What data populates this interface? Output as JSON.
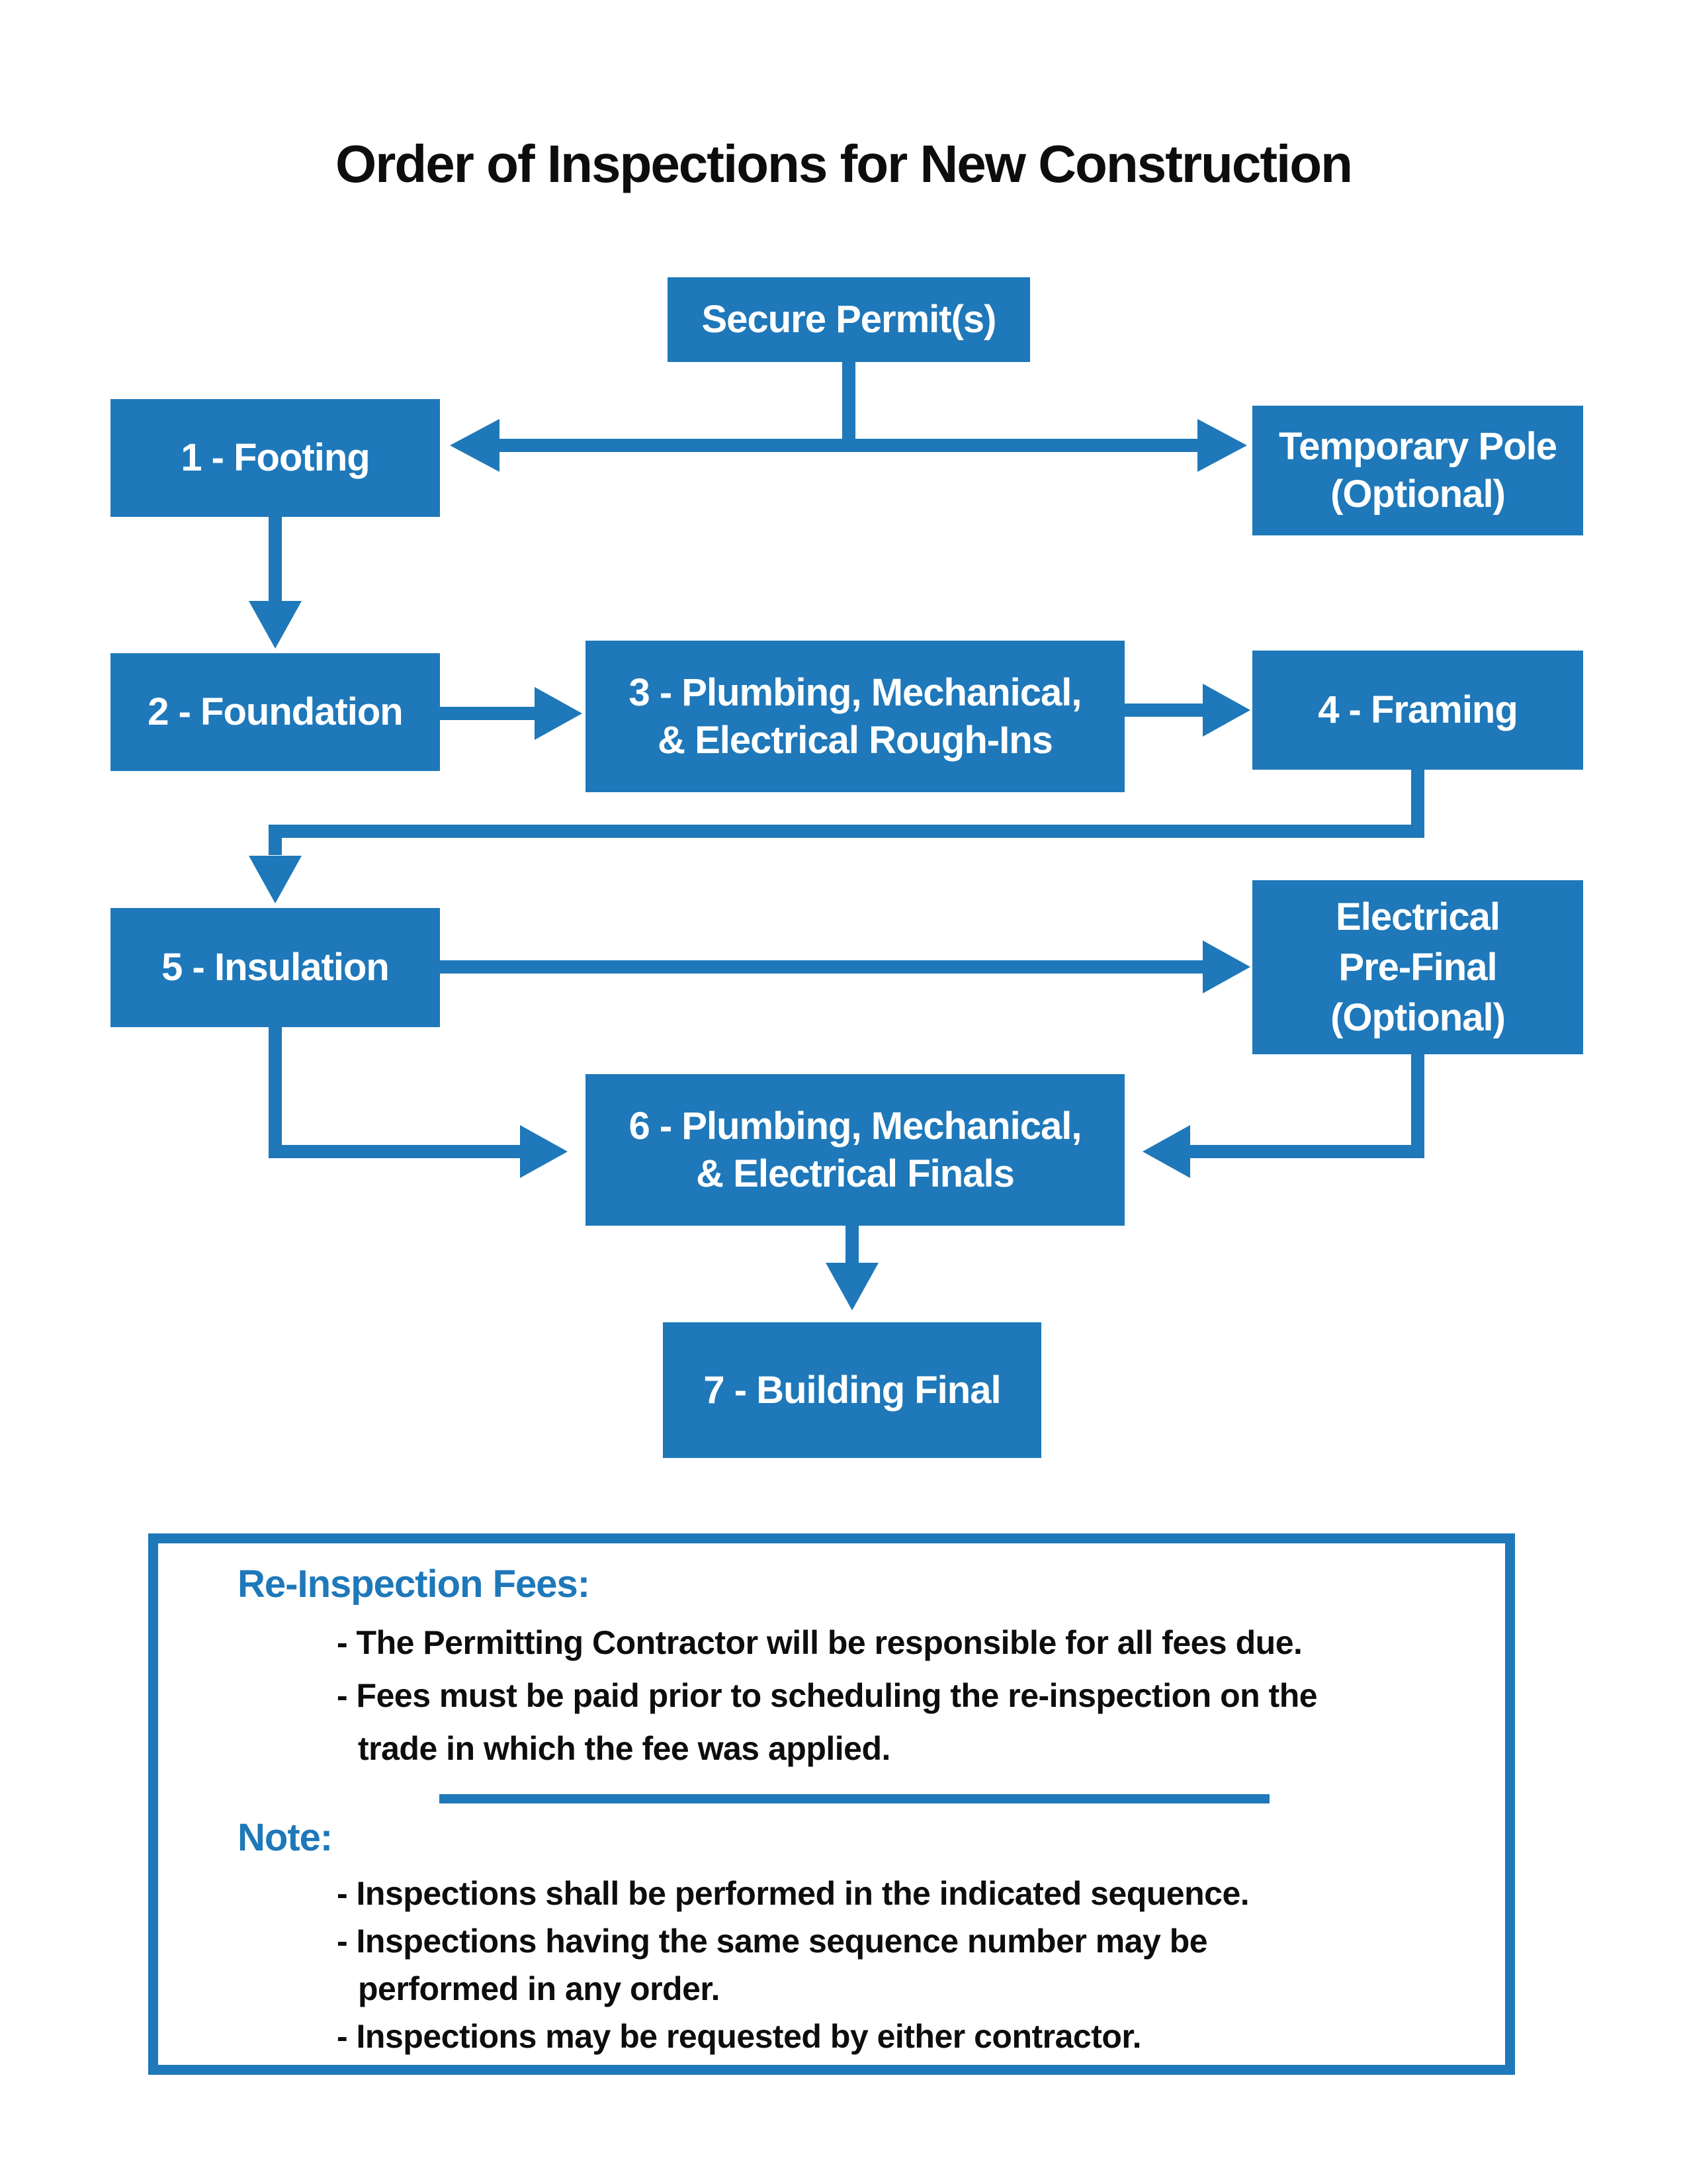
{
  "colors": {
    "accent": "#1E78B9",
    "text": "#0d0d0d",
    "box_text": "#ffffff",
    "page_bg": "#ffffff"
  },
  "title": "Order of Inspections for New Construction",
  "flow": {
    "boxes": {
      "secure_permits": {
        "lines": [
          "Secure Permit(s)"
        ]
      },
      "footing": {
        "lines": [
          "1 - Footing"
        ]
      },
      "temporary_pole": {
        "lines": [
          "Temporary Pole",
          "(Optional)"
        ]
      },
      "foundation": {
        "lines": [
          "2 - Foundation"
        ]
      },
      "rough_ins": {
        "lines": [
          "3 - Plumbing, Mechanical,",
          "& Electrical Rough-Ins"
        ]
      },
      "framing": {
        "lines": [
          "4 - Framing"
        ]
      },
      "insulation": {
        "lines": [
          "5 - Insulation"
        ]
      },
      "electrical_pre_final": {
        "lines": [
          "Electrical",
          "Pre-Final",
          "(Optional)"
        ]
      },
      "finals": {
        "lines": [
          "6 - Plumbing, Mechanical,",
          "& Electrical Finals"
        ]
      },
      "building_final": {
        "lines": [
          "7 - Building Final"
        ]
      }
    }
  },
  "notes": {
    "fees_heading": "Re-Inspection Fees:",
    "fees_bullets_lines": [
      [
        "- The Permitting Contractor will be responsible for all fees due."
      ],
      [
        "- Fees must be paid prior to scheduling the re-inspection on the",
        "trade in which the fee was applied."
      ]
    ],
    "note_heading": "Note:",
    "note_bullets_lines": [
      [
        "- Inspections shall be performed in the indicated sequence."
      ],
      [
        "- Inspections having the same sequence number may be",
        "performed in any order."
      ],
      [
        "- Inspections may be requested by either contractor."
      ]
    ]
  }
}
